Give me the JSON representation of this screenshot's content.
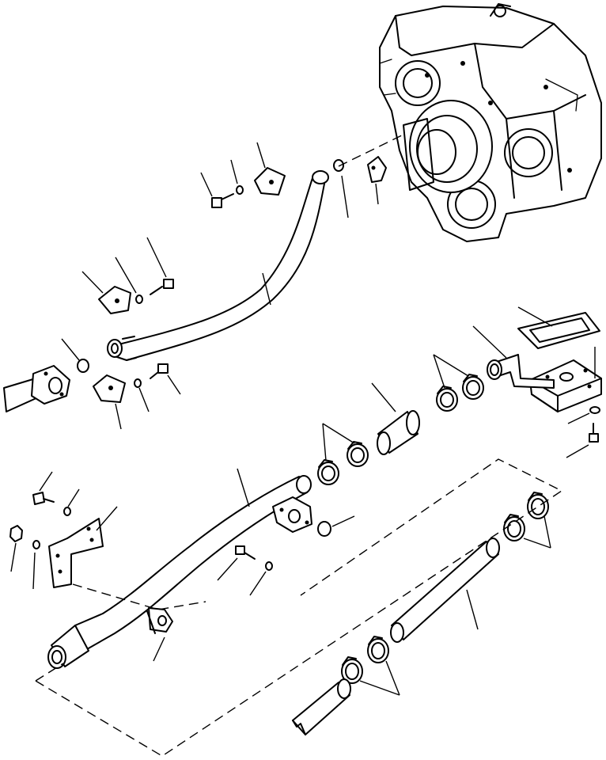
{
  "figure": {
    "labels": []
  },
  "parts": [
    {
      "id": "transmission-housing",
      "icon": "transmission-housing-icon"
    },
    {
      "id": "upper-suction-tube",
      "icon": "tube-icon"
    },
    {
      "id": "lower-suction-tube",
      "icon": "tube-icon"
    },
    {
      "id": "hose",
      "icon": "hose-icon"
    },
    {
      "id": "elbow-pipe",
      "icon": "elbow-pipe-icon"
    },
    {
      "id": "strainer-cover",
      "icon": "cover-plate-icon"
    },
    {
      "id": "gasket",
      "icon": "gasket-icon"
    },
    {
      "id": "hose-clamp",
      "icon": "clamp-icon"
    },
    {
      "id": "split-flange",
      "icon": "split-flange-icon"
    },
    {
      "id": "o-ring",
      "icon": "o-ring-icon"
    },
    {
      "id": "bolt",
      "icon": "bolt-icon"
    },
    {
      "id": "washer",
      "icon": "washer-icon"
    },
    {
      "id": "nut",
      "icon": "nut-icon"
    },
    {
      "id": "bracket",
      "icon": "bracket-icon"
    },
    {
      "id": "tube-clip",
      "icon": "clip-icon"
    },
    {
      "id": "flanged-shaft",
      "icon": "shaft-icon"
    }
  ]
}
